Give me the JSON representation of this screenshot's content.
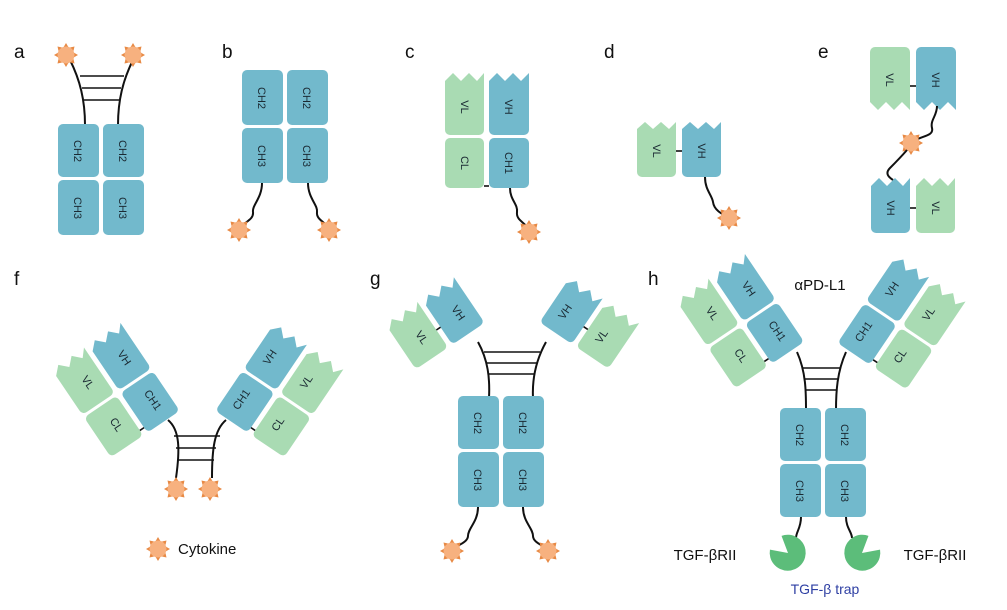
{
  "panels": {
    "a": "a",
    "b": "b",
    "c": "c",
    "d": "d",
    "e": "e",
    "f": "f",
    "g": "g",
    "h": "h"
  },
  "domains": {
    "ch1": "CH1",
    "ch2": "CH2",
    "ch3": "CH3",
    "vh": "VH",
    "vl": "VL",
    "cl": "CL"
  },
  "labels": {
    "apdl1": "αPD-L1",
    "tgf_left": "TGF-βRII",
    "tgf_right": "TGF-βRII",
    "trap": "TGF-β trap",
    "cytokine": "Cytokine"
  },
  "colors": {
    "heavy": "#72b9cc",
    "light": "#a9dbb3",
    "cytokine": "#f2a36b",
    "trap": "#5cbd7a"
  }
}
